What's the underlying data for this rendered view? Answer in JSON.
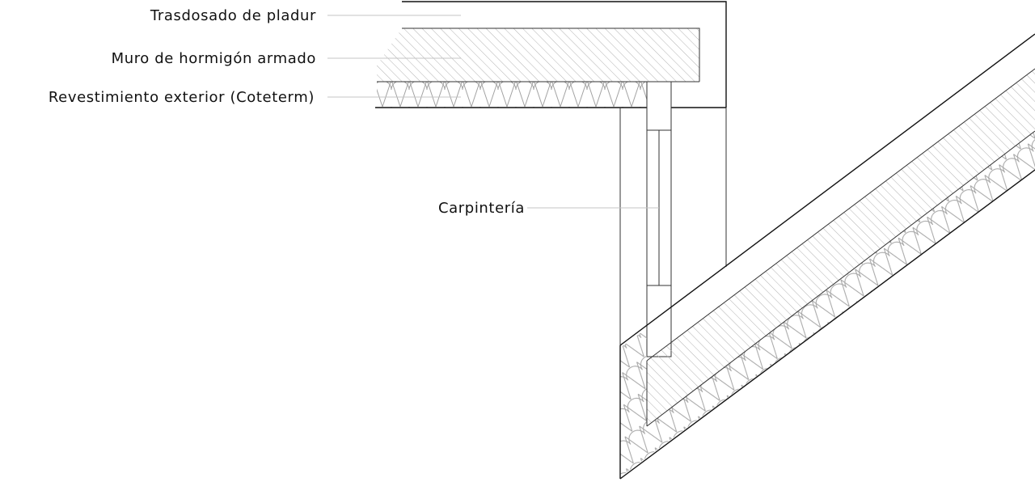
{
  "labels": {
    "plasterboard": "Trasdosado de pladur",
    "concrete_wall": "Muro de hormigón armado",
    "exterior_cladding": "Revestimiento exterior (Coteterm)",
    "window_frame": "Carpintería"
  },
  "colors": {
    "line": "#111111",
    "hatch": "#b3b3b3",
    "insulation": "#a3a3a3",
    "leader": "#c4c4c4"
  }
}
